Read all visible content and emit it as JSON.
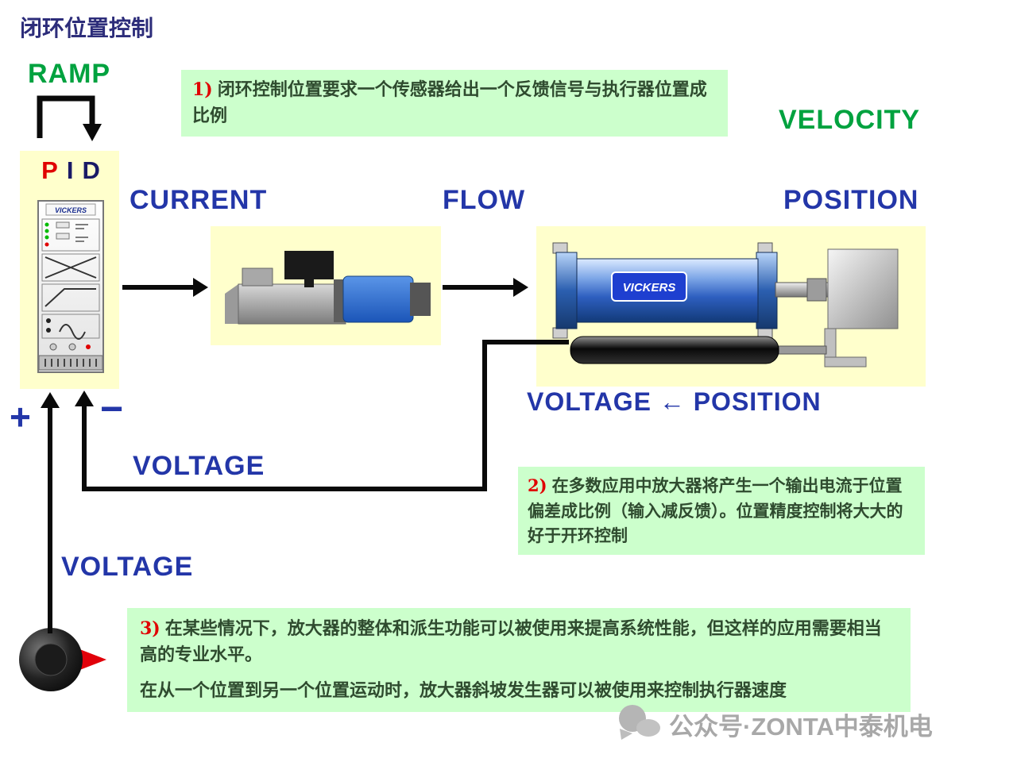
{
  "title": "闭环位置控制",
  "labels": {
    "ramp": "RAMP",
    "velocity": "VELOCITY",
    "current": "CURRENT",
    "flow": "FLOW",
    "position": "POSITION",
    "voltage_position": "VOLTAGE ← POSITION",
    "voltage_feedback": "VOLTAGE",
    "voltage_command": "VOLTAGE",
    "plus": "+",
    "minus": "−"
  },
  "amplifier": {
    "p": "P",
    "i": "I",
    "d": "D",
    "brand": "VICKERS"
  },
  "cylinder": {
    "brand": "VICKERS"
  },
  "notes": [
    {
      "num": "1)",
      "text": "闭环控制位置要求一个传感器给出一个反馈信号与执行器位置成比例"
    },
    {
      "num": "2)",
      "text": "在多数应用中放大器将产生一个输出电流于位置偏差成比例（输入减反馈）。位置精度控制将大大的好于开环控制"
    },
    {
      "num": "3)",
      "text": "在某些情况下，放大器的整体和派生功能可以被使用来提高系统性能，但这样的应用需要相当高的专业水平。",
      "text2": "在从一个位置到另一个位置运动时，放大器斜坡发生器可以被使用来控制执行器速度"
    }
  ],
  "watermark": "公众号·ZONTA中泰机电",
  "colors": {
    "accent_green": "#00A23F",
    "accent_blue": "#2336A8",
    "note_bg": "#CCFFCC",
    "panel_bg": "#FFFFCC",
    "number_red": "#E00000"
  }
}
